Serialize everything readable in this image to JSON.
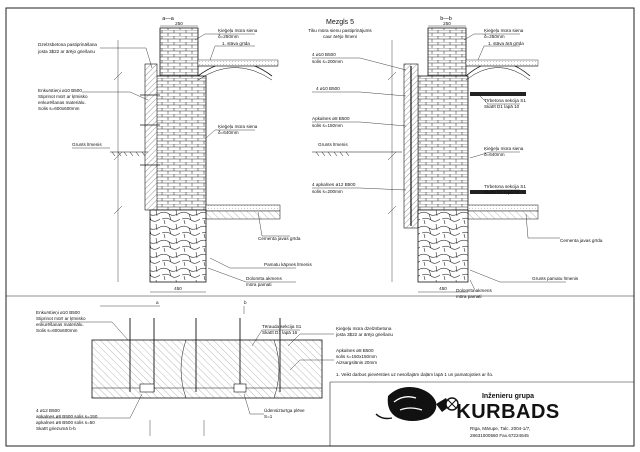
{
  "drawing": {
    "section_a_label": "a—a",
    "section_b_label": "b—b",
    "center_title": "Mezgls 5",
    "center_subtitle_1": "Tiku mūra sienu pastiprinājums",
    "center_subtitle_2": "caur ārējo līmeni",
    "left": {
      "dim_top": "250",
      "dim_bottom": "450",
      "labels": [
        {
          "id": "l1",
          "text": "Dzelzsbetona pastiprināšana"
        },
        {
          "id": "l2",
          "text": "josta 3$22 ar ārējo griešanu"
        },
        {
          "id": "l3",
          "text": "Enkurstieņi ø10 B500"
        },
        {
          "id": "l4",
          "text": "Stiprinot mūrī ar ķīmisko"
        },
        {
          "id": "l5",
          "text": "enkurēšanas materiālu."
        },
        {
          "id": "l6",
          "text": "Solis s=600x600mm"
        },
        {
          "id": "l7",
          "text": "Grunts līmenis"
        },
        {
          "id": "l8",
          "text": "Ķieģeļu mūra siena"
        },
        {
          "id": "l9",
          "text": "δ=250mm"
        },
        {
          "id": "l10",
          "text": "1. stāva grīda"
        },
        {
          "id": "l11",
          "text": "Ķieģeļu mūra siena"
        },
        {
          "id": "l12",
          "text": "δ=640mm"
        },
        {
          "id": "l13",
          "text": "Cementa javas grīda"
        },
        {
          "id": "l14",
          "text": "Pamatu kāpnes līmenis"
        },
        {
          "id": "l15",
          "text": "Dolomīta akmens"
        },
        {
          "id": "l16",
          "text": "mūra pamati"
        }
      ]
    },
    "right": {
      "dim_top": "250",
      "dim_bottom": "450",
      "labels": [
        {
          "id": "r1",
          "text": "4 ø10 B500"
        },
        {
          "id": "r2",
          "text": "solis s=200mm"
        },
        {
          "id": "r3",
          "text": "4 ø10 B500"
        },
        {
          "id": "r4",
          "text": "Apkalnes ø8 B500"
        },
        {
          "id": "r5",
          "text": "solis s=150mm"
        },
        {
          "id": "r6",
          "text": "Grunts līmenis"
        },
        {
          "id": "r7",
          "text": "4 apkalnes ø12 B500"
        },
        {
          "id": "r8",
          "text": "solis s=200mm"
        },
        {
          "id": "r9",
          "text": "Ķieģeļu mūra siena"
        },
        {
          "id": "r10",
          "text": "δ=250mm"
        },
        {
          "id": "r11",
          "text": "1. stāva ārā grīda"
        },
        {
          "id": "r12",
          "text": "Tīrbetona sekcija S1"
        },
        {
          "id": "r13",
          "text": "Skatīt D1 lapā 10"
        },
        {
          "id": "r14",
          "text": "Ķieģeļu mūra siena"
        },
        {
          "id": "r15",
          "text": "δ=640mm"
        },
        {
          "id": "r16",
          "text": "Tīrbetona sekcija S1"
        },
        {
          "id": "r17",
          "text": "Skatīt D1 lapā 10"
        },
        {
          "id": "r18",
          "text": "Cementa javas grīda"
        },
        {
          "id": "r19",
          "text": "Grunts pamatu līmenis"
        },
        {
          "id": "r20",
          "text": "Dolomīta akmens"
        },
        {
          "id": "r21",
          "text": "mūra pamati"
        }
      ]
    },
    "plan": {
      "dim_a": "a",
      "dim_b": "b",
      "labels": [
        {
          "id": "p1",
          "text": "Enkurstieņi ø10 B500"
        },
        {
          "id": "p2",
          "text": "Stiprinot mūrī ar ķīmisko"
        },
        {
          "id": "p3",
          "text": "enkurēšanas materiālu."
        },
        {
          "id": "p4",
          "text": "Solis s=600x600mm"
        },
        {
          "id": "p5",
          "text": "Tērauda sekcija S1"
        },
        {
          "id": "p6",
          "text": "Skatīt D1 lapā 16"
        },
        {
          "id": "p7",
          "text": "Ķieģeļu mūra dzelzsbetona"
        },
        {
          "id": "p8",
          "text": "josta 3$22 ar ārējo griešanu"
        },
        {
          "id": "p9",
          "text": "Apkalnes ø8 B500"
        },
        {
          "id": "p10",
          "text": "solis s=150x150mm"
        },
        {
          "id": "p11",
          "text": "Aizsargslānis 20mm"
        },
        {
          "id": "p12",
          "text": "4 ø12 B500"
        },
        {
          "id": "p13",
          "text": "apkalnes ø8 B500 solis s=150"
        },
        {
          "id": "p14",
          "text": "apkalnes ø8 B500 solis s=50"
        },
        {
          "id": "p15",
          "text": "Skatīt griezumā b-b"
        },
        {
          "id": "p16",
          "text": "Ūdensizturīga plēve"
        },
        {
          "id": "p17",
          "text": "S=1"
        }
      ],
      "note": "1. Veikt darbus pievērsties uz nesošajām daļām lapā 1 un pamatojoties ar šo."
    },
    "title_block": {
      "company_top": "Inženieru grupa",
      "company": "KURBADS",
      "addr_1": "Rīga, Mārupe, Talc. 2004-1/7,",
      "addr_2": "28631000560 Fax.67224645"
    }
  }
}
